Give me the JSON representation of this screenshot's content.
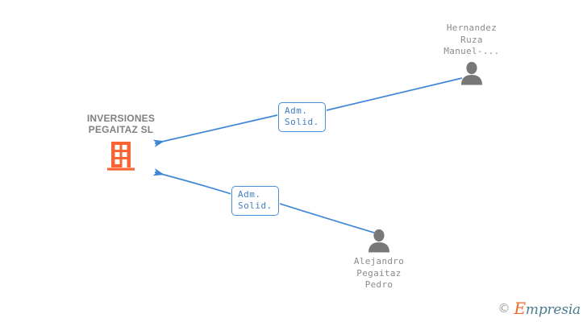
{
  "graph": {
    "background_color": "#ffffff",
    "edge_color": "#3f86d6",
    "company": {
      "name": "INVERSIONES\nPEGAITAZ SL",
      "icon": "building-icon",
      "icon_color": "#fa6432"
    },
    "persons": [
      {
        "id": "person-top",
        "name": "Hernandez\nRuza\nManuel-...",
        "icon": "person-icon",
        "icon_color": "#787878"
      },
      {
        "id": "person-bottom",
        "name": "Alejandro\nPegaitaz\nPedro",
        "icon": "person-icon",
        "icon_color": "#787878"
      }
    ],
    "relations": [
      {
        "id": "relation-top",
        "label": "Adm.\nSolid.",
        "from": "person-top",
        "to": "company",
        "border_color": "#4a90d9",
        "text_color": "#3f7fc4"
      },
      {
        "id": "relation-bottom",
        "label": "Adm.\nSolid.",
        "from": "person-bottom",
        "to": "company",
        "border_color": "#4a90d9",
        "text_color": "#3f7fc4"
      }
    ]
  },
  "watermark": {
    "copyright": "©",
    "brand_initial": "E",
    "brand_rest": "mpresia",
    "initial_color": "#ef6a2a",
    "rest_color": "#4a7c8c"
  }
}
